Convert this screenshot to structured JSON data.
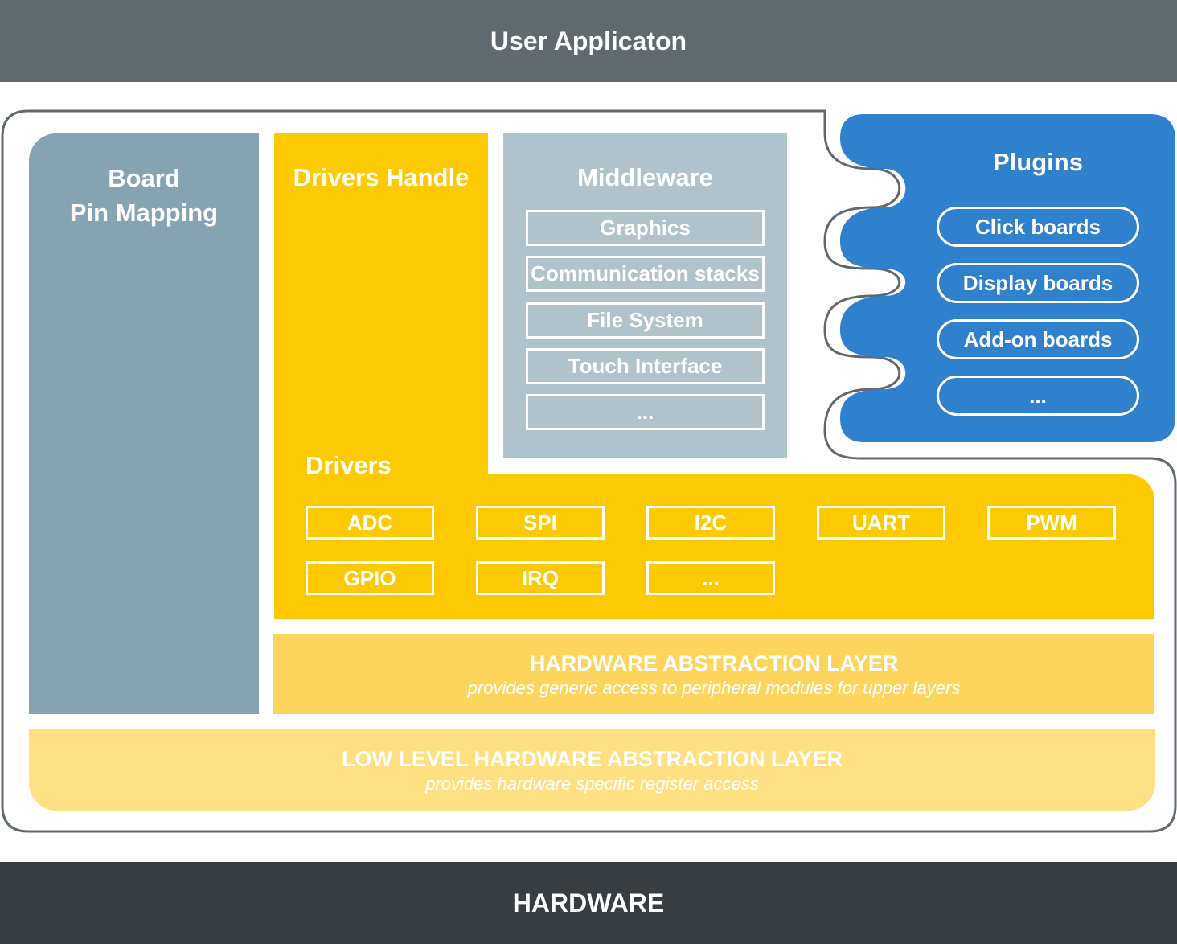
{
  "top_bar": {
    "label": "User Applicaton"
  },
  "bottom_bar": {
    "label": "HARDWARE"
  },
  "board": {
    "title": "Board\nPin Mapping"
  },
  "drivers_handle": {
    "title": "Drivers Handle"
  },
  "drivers": {
    "title": "Drivers",
    "items": [
      "ADC",
      "SPI",
      "I2C",
      "UART",
      "PWM",
      "GPIO",
      "IRQ",
      "..."
    ]
  },
  "middleware": {
    "title": "Middleware",
    "items": [
      "Graphics",
      "Communication stacks",
      "File System",
      "Touch Interface",
      "..."
    ]
  },
  "plugins": {
    "title": "Plugins",
    "items": [
      "Click boards",
      "Display boards",
      "Add-on boards",
      "..."
    ]
  },
  "hal": {
    "title": "HARDWARE ABSTRACTION LAYER",
    "subtitle": "provides generic access to peripheral modules for upper layers"
  },
  "ll_hal": {
    "title": "LOW LEVEL HARDWARE ABSTRACTION LAYER",
    "subtitle": "provides hardware specific register access"
  },
  "colors": {
    "user_app": "#5f696e",
    "hardware": "#383d41",
    "board": "#85a3b3",
    "drivers": "#fdc900",
    "middleware": "#afc3cc",
    "plugins": "#2f80cd",
    "hal": "#fdd55c",
    "ll_hal": "#fee083"
  }
}
